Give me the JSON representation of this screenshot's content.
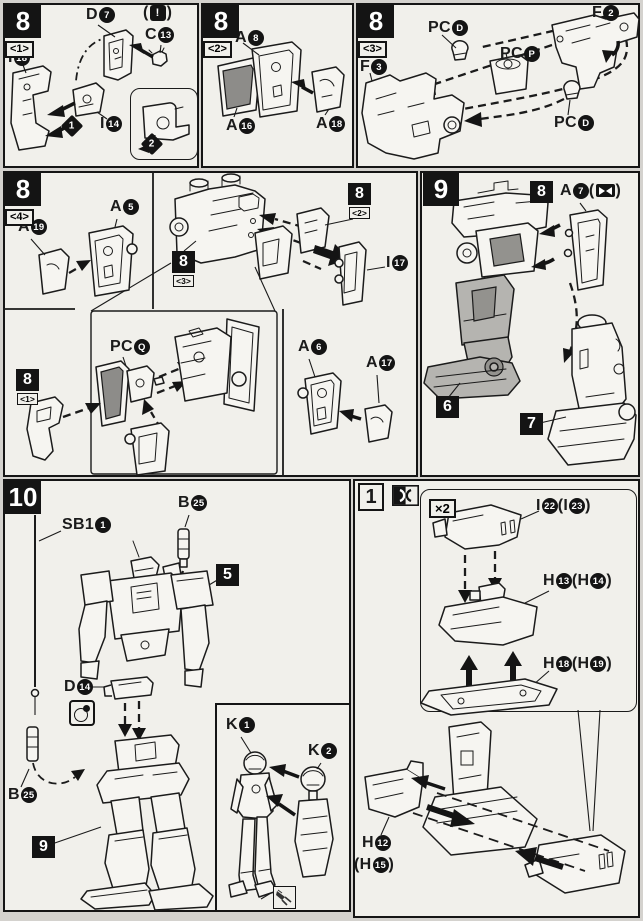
{
  "colors": {
    "background": "#d4d2ce",
    "panel": "#f1f0eb",
    "ink": "#1b1b1b",
    "dark_part": "#8d8c89",
    "gray_part": "#b5b4b0"
  },
  "icons": {
    "warning": "exclamation-square-icon",
    "mirror": "mirrored-parts-icon",
    "orient": "orientation-icon",
    "circle_dot": "polycap-detail-icon",
    "nipper": "nipper-cut-icon"
  },
  "panels": {
    "p8_1": {
      "num": "8",
      "sub": "<1>",
      "d7": [
        {
          "t": "D"
        },
        {
          "b": "7"
        }
      ],
      "warn": [
        {
          "t": "("
        },
        {
          "s": "!"
        },
        {
          "t": ")"
        }
      ],
      "c13": [
        {
          "t": "C"
        },
        {
          "b": "13"
        }
      ],
      "i18": [
        {
          "t": "I"
        },
        {
          "b": "18"
        }
      ],
      "i14": [
        {
          "t": "I"
        },
        {
          "b": "14"
        }
      ],
      "step1": "1",
      "step2": "2"
    },
    "p8_2": {
      "num": "8",
      "sub": "<2>",
      "a8": [
        {
          "t": "A"
        },
        {
          "b": "8"
        }
      ],
      "a16": [
        {
          "t": "A"
        },
        {
          "b": "16"
        }
      ],
      "a18": [
        {
          "t": "A"
        },
        {
          "b": "18"
        }
      ]
    },
    "p8_3": {
      "num": "8",
      "sub": "<3>",
      "pcd1": [
        {
          "t": "PC"
        },
        {
          "b": "D"
        }
      ],
      "pcp": [
        {
          "t": "PC"
        },
        {
          "b": "P"
        }
      ],
      "f2": [
        {
          "t": "F"
        },
        {
          "b": "2"
        }
      ],
      "f3": [
        {
          "t": "F"
        },
        {
          "b": "3"
        }
      ],
      "pcd2": [
        {
          "t": "PC"
        },
        {
          "b": "D"
        }
      ]
    },
    "p8_4": {
      "num": "8",
      "sub": "<4>",
      "a19": [
        {
          "t": "A"
        },
        {
          "b": "19"
        }
      ],
      "a5": [
        {
          "t": "A"
        },
        {
          "b": "5"
        }
      ],
      "ref82": {
        "num": "8",
        "sub": "<2>"
      },
      "ref83": {
        "num": "8",
        "sub": "<3>"
      },
      "ref81": {
        "num": "8",
        "sub": "<1>"
      },
      "i17": [
        {
          "t": "I"
        },
        {
          "b": "17"
        }
      ],
      "pcq": [
        {
          "t": "PC"
        },
        {
          "b": "Q"
        }
      ],
      "a6": [
        {
          "t": "A"
        },
        {
          "b": "6"
        }
      ],
      "a17": [
        {
          "t": "A"
        },
        {
          "b": "17"
        }
      ]
    },
    "p9": {
      "num": "9",
      "ref8": "8",
      "a7": [
        {
          "t": "A"
        },
        {
          "b": "7"
        },
        {
          "t": "("
        },
        {
          "i": "orient"
        },
        {
          "t": ")"
        }
      ],
      "ref6": "6",
      "ref7": "7"
    },
    "p10": {
      "num": "10",
      "sb1": [
        {
          "t": "SB1"
        },
        {
          "b": "1"
        }
      ],
      "b25a": [
        {
          "t": "B"
        },
        {
          "b": "25"
        }
      ],
      "b25b": [
        {
          "t": "B"
        },
        {
          "b": "25"
        }
      ],
      "ref5": "5",
      "ref9": "9",
      "d14": [
        {
          "t": "D"
        },
        {
          "b": "14"
        }
      ],
      "k1": [
        {
          "t": "K"
        },
        {
          "b": "1"
        }
      ],
      "k2": [
        {
          "t": "K"
        },
        {
          "b": "2"
        }
      ]
    },
    "p1": {
      "num": "1",
      "x2": "×2",
      "i22": [
        {
          "t": "I"
        },
        {
          "b": "22"
        },
        {
          "t": "("
        },
        {
          "t": "I"
        },
        {
          "b": "23"
        },
        {
          "t": ")"
        }
      ],
      "h13": [
        {
          "t": "H"
        },
        {
          "b": "13"
        },
        {
          "t": "("
        },
        {
          "t": "H"
        },
        {
          "b": "14"
        },
        {
          "t": ")"
        }
      ],
      "h18": [
        {
          "t": "H"
        },
        {
          "b": "18"
        },
        {
          "t": "("
        },
        {
          "t": "H"
        },
        {
          "b": "19"
        },
        {
          "t": ")"
        }
      ],
      "h12a": [
        {
          "t": "H"
        },
        {
          "b": "12"
        }
      ],
      "h12b": [
        {
          "t": "("
        },
        {
          "t": "H"
        },
        {
          "b": "15"
        },
        {
          "t": ")"
        }
      ]
    }
  }
}
